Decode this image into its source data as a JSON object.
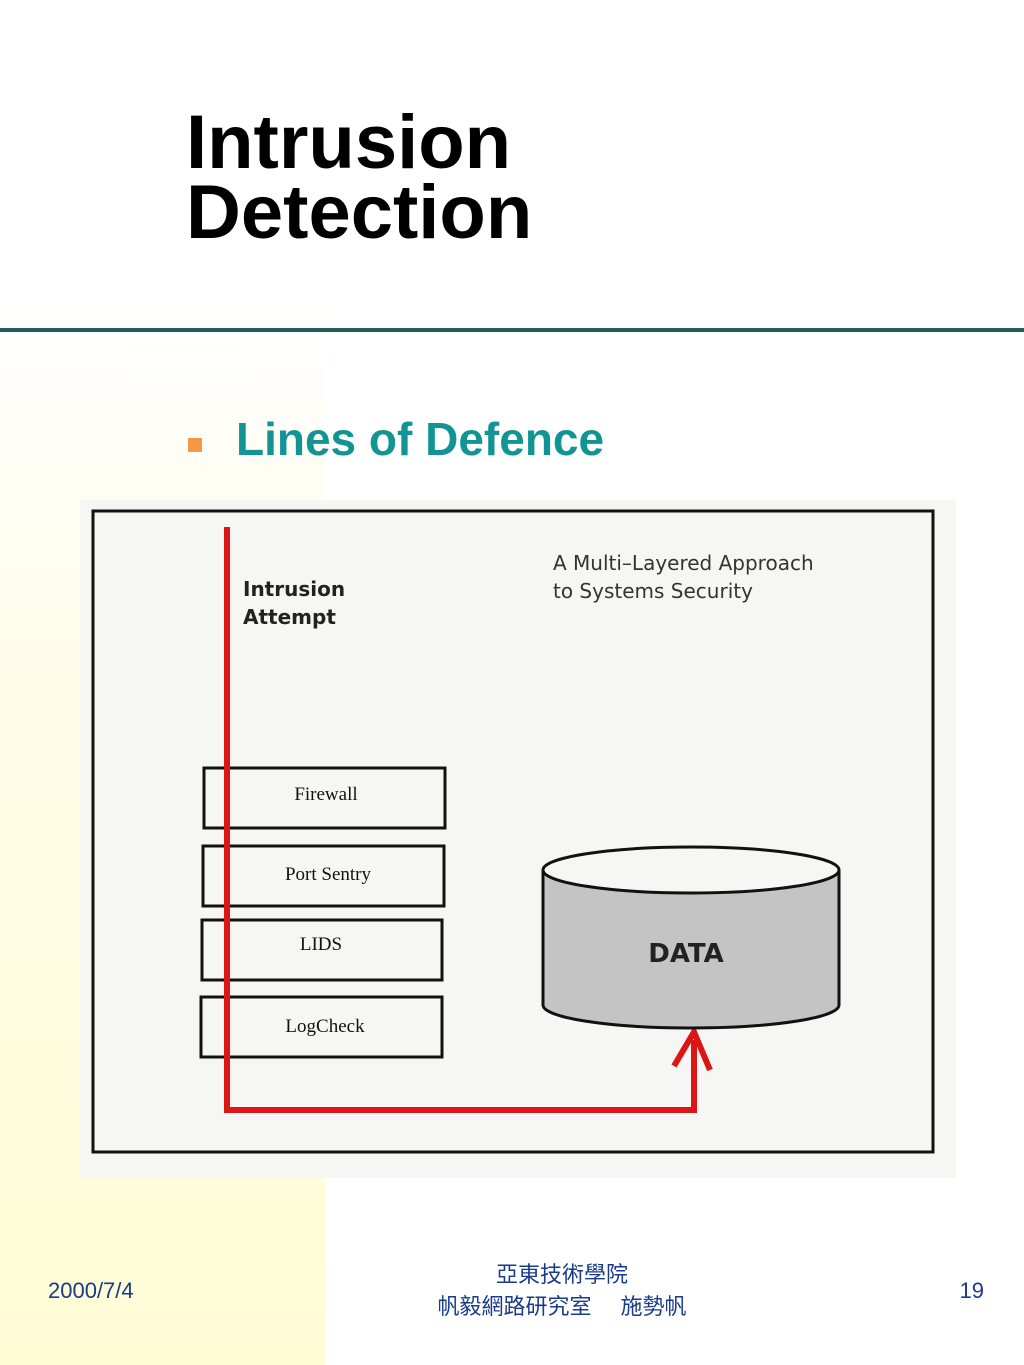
{
  "slide": {
    "title_line1": "Intrusion",
    "title_line2": "Detection",
    "bullet": "Lines of Defence"
  },
  "diagram": {
    "attempt_label_line1": "Intrusion",
    "attempt_label_line2": "Attempt",
    "caption_line1": "A Multi–Layered Approach",
    "caption_line2": "to Systems Security",
    "layers": [
      "Firewall",
      "Port Sentry",
      "LIDS",
      "LogCheck"
    ],
    "data_label": "DATA",
    "colors": {
      "path": "#dd1515",
      "cylinder": "#c4c4c4",
      "bullet": "#f79646",
      "title_accent": "#129494"
    }
  },
  "footer": {
    "date": "2000/7/4",
    "center_line1": "亞東技術學院",
    "center_line2": "帆毅網路研究室　 施勢帆",
    "page": "19"
  }
}
